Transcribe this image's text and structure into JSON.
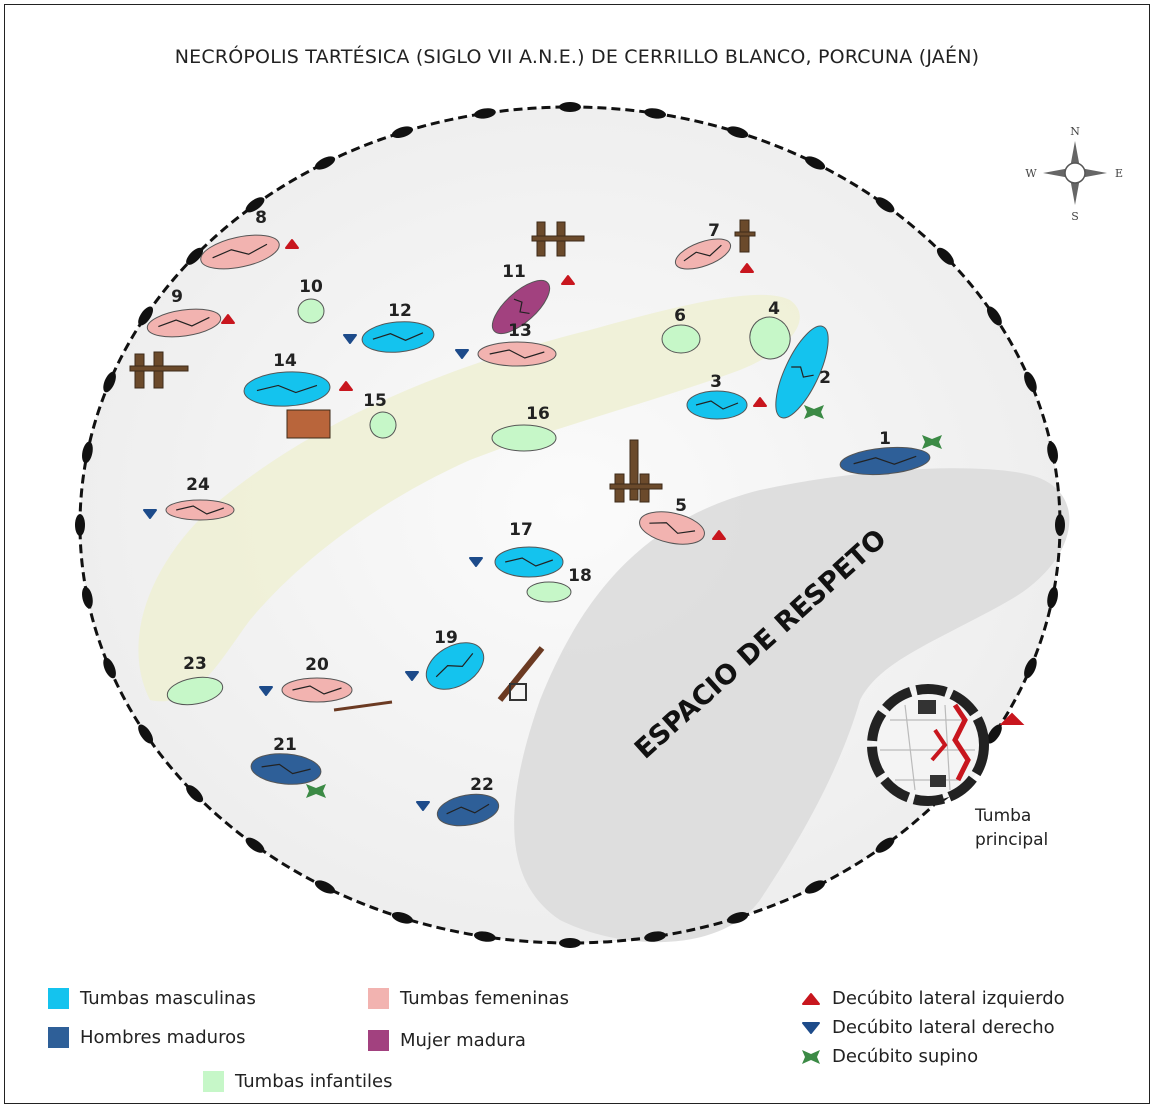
{
  "title": "NECRÓPOLIS TARTÉSICA (SIGLO VII A.N.E.) DE CERRILLO BLANCO, PORCUNA (JAÉN)",
  "compass": {
    "n": "N",
    "s": "S",
    "e": "E",
    "w": "W"
  },
  "respect_area_label": "ESPACIO DE RESPETO",
  "main_tomb_label": [
    "Tumba",
    "principal"
  ],
  "colors": {
    "male": "#14c3ee",
    "mature_men": "#2e5f98",
    "female": "#f2b3b0",
    "mature_woman": "#a2417f",
    "infant": "#c6f7c8",
    "left_marker": "#c8161e",
    "right_marker": "#1d4b8a",
    "supine_marker": "#3b8a45"
  },
  "tombs": [
    {
      "id": "1",
      "label": "1",
      "type": "mature_men",
      "position": "supine"
    },
    {
      "id": "2",
      "label": "2",
      "type": "male",
      "position": "supine"
    },
    {
      "id": "3",
      "label": "3",
      "type": "male",
      "position": "left"
    },
    {
      "id": "4",
      "label": "4",
      "type": "infant"
    },
    {
      "id": "5",
      "label": "5",
      "type": "female",
      "position": "left"
    },
    {
      "id": "6",
      "label": "6",
      "type": "infant"
    },
    {
      "id": "7",
      "label": "7",
      "type": "female",
      "position": "left"
    },
    {
      "id": "8",
      "label": "8",
      "type": "female",
      "position": "left"
    },
    {
      "id": "9",
      "label": "9",
      "type": "female",
      "position": "left"
    },
    {
      "id": "10",
      "label": "10",
      "type": "infant"
    },
    {
      "id": "11",
      "label": "11",
      "type": "mature_woman",
      "position": "left"
    },
    {
      "id": "12",
      "label": "12",
      "type": "male",
      "position": "right"
    },
    {
      "id": "13",
      "label": "13",
      "type": "female",
      "position": "right"
    },
    {
      "id": "14",
      "label": "14",
      "type": "male",
      "position": "left"
    },
    {
      "id": "15",
      "label": "15",
      "type": "infant"
    },
    {
      "id": "16",
      "label": "16",
      "type": "infant"
    },
    {
      "id": "17",
      "label": "17",
      "type": "male",
      "position": "right"
    },
    {
      "id": "18",
      "label": "18",
      "type": "infant"
    },
    {
      "id": "19",
      "label": "19",
      "type": "male",
      "position": "right"
    },
    {
      "id": "20",
      "label": "20",
      "type": "female",
      "position": "right"
    },
    {
      "id": "21",
      "label": "21",
      "type": "mature_men",
      "position": "supine"
    },
    {
      "id": "22",
      "label": "22",
      "type": "mature_men",
      "position": "right"
    },
    {
      "id": "23",
      "label": "23",
      "type": "infant"
    },
    {
      "id": "24",
      "label": "24",
      "type": "female",
      "position": "right"
    }
  ],
  "legend": {
    "male": "Tumbas masculinas",
    "mature_men": "Hombres maduros",
    "female": "Tumbas femeninas",
    "mature_woman": "Mujer madura",
    "infant": "Tumbas infantiles",
    "left": "Decúbito lateral izquierdo",
    "right": "Decúbito lateral derecho",
    "supine": "Decúbito supino"
  }
}
